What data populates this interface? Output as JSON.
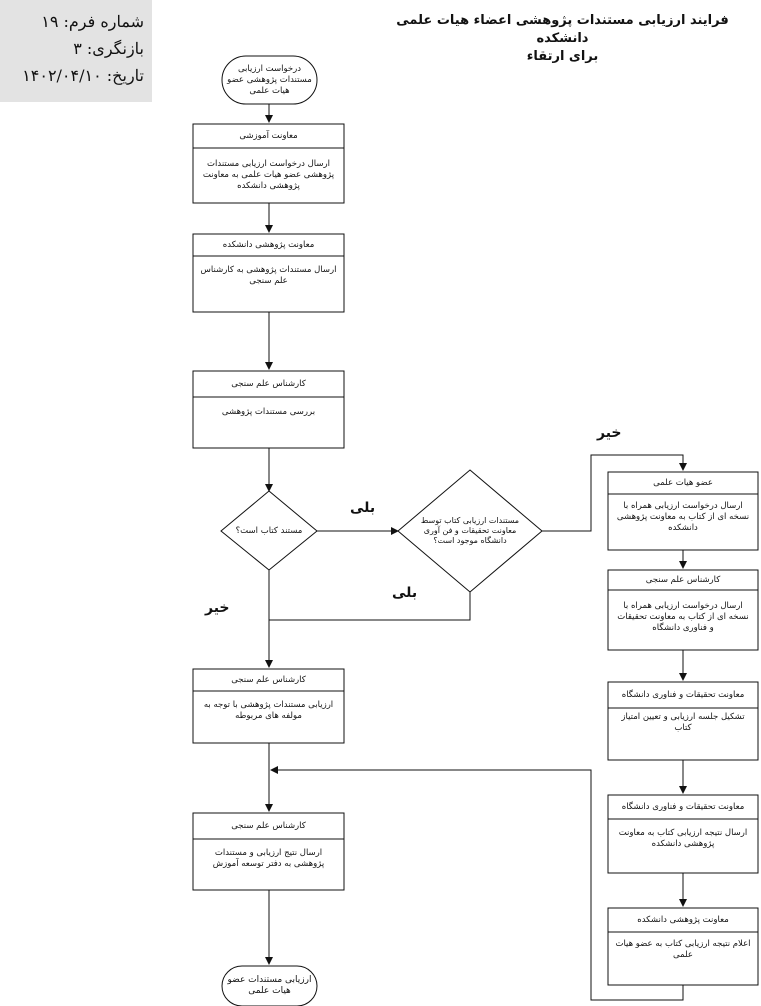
{
  "form_info": {
    "form_number": "شماره فرم: ۱۹",
    "revision": "بازنگری: ۳",
    "date": "تاریخ: ۱۴۰۲/۰۴/۱۰"
  },
  "title": {
    "line1": "فرایند ارزیابی مستندات پژوهشی اعضاء هیات علمی دانشکده",
    "line2": "برای ارتقاء"
  },
  "start": "درخواست ارزیابی مستندات پژوهشی عضو هیات علمی",
  "end": "ارزیابی مستندات عضو هیات علمی",
  "boxes": {
    "b1": {
      "header": "معاونت آموزشی",
      "body": "ارسال درخواست ارزیابی مستندات پژوهشی عضو هیات علمی به معاونت پژوهشی دانشکده"
    },
    "b2": {
      "header": "معاونت پژوهشی دانشکده",
      "body": "ارسال مستندات پژوهشی به کارشناس علم سنجی"
    },
    "b3": {
      "header": "کارشناس علم سنجی",
      "body": "بررسی مستندات پژوهشی"
    },
    "b4": {
      "header": "کارشناس علم سنجی",
      "body": "ارزیابی مستندات پژوهشی با توجه به مولفه های مربوطه"
    },
    "b5": {
      "header": "کارشناس علم سنجی",
      "body": "ارسال نتیج ارزیابی و مستندات پژوهشی به دفتر توسعه آموزش"
    },
    "r1": {
      "header": "عضو هیات علمی",
      "body": "ارسال درخواست ارزیابی همراه با نسخه ای از کتاب به معاونت پژوهشی دانشکده"
    },
    "r2": {
      "header": "کارشناس علم سنجی",
      "body": "ارسال درخواست ارزیابی همراه با نسخه ای از کتاب به معاونت تحقیقات و فناوری دانشگاه"
    },
    "r3": {
      "header": "معاونت تحقیقات و فناوری دانشگاه",
      "body": "تشکیل جلسه ارزیابی و تعیین امتیاز کتاب"
    },
    "r4": {
      "header": "معاونت تحقیقات و فناوری دانشگاه",
      "body": "ارسال نتیجه ارزیابی کتاب به معاونت پژوهشی دانشکده"
    },
    "r5": {
      "header": "معاونت پژوهشی دانشکده",
      "body": "اعلام نتیجه ارزیابی کتاب به عضو هیات علمی"
    }
  },
  "decisions": {
    "d1": "مستند کتاب است؟",
    "d2": "مستندات ارزیابی کتاب توسط معاونت تحقیقات و فن آوری دانشگاه موجود است؟"
  },
  "labels": {
    "yes1": "بلی",
    "yes2": "بلی",
    "no1": "خیر",
    "no2": "خیر"
  }
}
